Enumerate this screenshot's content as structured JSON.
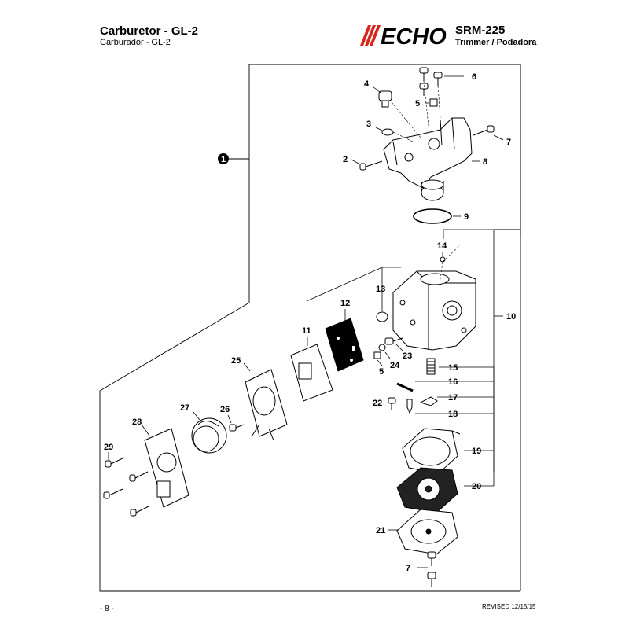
{
  "header": {
    "title": "Carburetor - GL-2",
    "subtitle": "Carburador - GL-2",
    "brand": "ECHO",
    "model": "SRM-225",
    "model_subtitle": "Trimmer / Podadora"
  },
  "callouts": {
    "c1": "1",
    "c2": "2",
    "c3": "3",
    "c4": "4",
    "c5": "5",
    "c5b": "5",
    "c6": "6",
    "c7": "7",
    "c7b": "7",
    "c8": "8",
    "c9": "9",
    "c10": "10",
    "c11": "11",
    "c12": "12",
    "c13": "13",
    "c14": "14",
    "c15": "15",
    "c16": "16",
    "c17": "17",
    "c18": "18",
    "c19": "19",
    "c20": "20",
    "c21": "21",
    "c22": "22",
    "c23": "23",
    "c24": "24",
    "c25": "25",
    "c26": "26",
    "c27": "27",
    "c28": "28",
    "c29": "29"
  },
  "footer": {
    "page": "- 8 -",
    "revised": "REVISED 12/15/15"
  },
  "colors": {
    "brand": "#d9261c",
    "ink": "#000000"
  }
}
